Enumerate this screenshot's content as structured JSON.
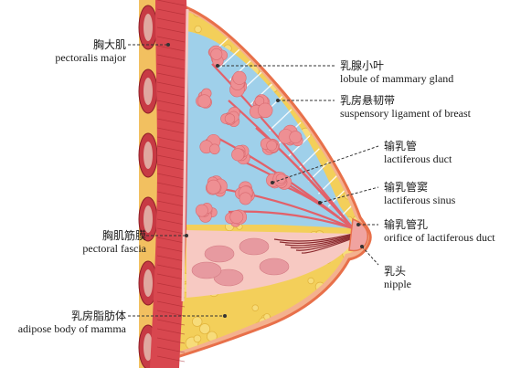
{
  "labels": {
    "pectoralis_major": {
      "zh": "胸大肌",
      "en": "pectoralis major"
    },
    "lobule": {
      "zh": "乳腺小叶",
      "en": "lobule of mammary gland"
    },
    "suspensory_ligament": {
      "zh": "乳房悬韧带",
      "en": "suspensory ligament of breast"
    },
    "lactiferous_duct": {
      "zh": "输乳管",
      "en": "lactiferous duct"
    },
    "lactiferous_sinus": {
      "zh": "输乳管窦",
      "en": "lactiferous sinus"
    },
    "pectoral_fascia": {
      "zh": "胸肌筋膜",
      "en": "pectoral fascia"
    },
    "duct_orifice": {
      "zh": "输乳管孔",
      "en": "orifice of lactiferous duct"
    },
    "nipple": {
      "zh": "乳头",
      "en": "nipple"
    },
    "adipose_body": {
      "zh": "乳房脂肪体",
      "en": "adipose body of mamma"
    }
  },
  "colors": {
    "muscle": "#d8474f",
    "muscle_dark": "#a8262e",
    "skin": "#f4b18f",
    "skin_edge": "#e8704a",
    "fat": "#f3cf5a",
    "gland_bg": "#9fd0ea",
    "lobule": "#ee8f93",
    "duct": "#e2616a",
    "areola": "#f7c9c2",
    "leader": "#333333"
  }
}
